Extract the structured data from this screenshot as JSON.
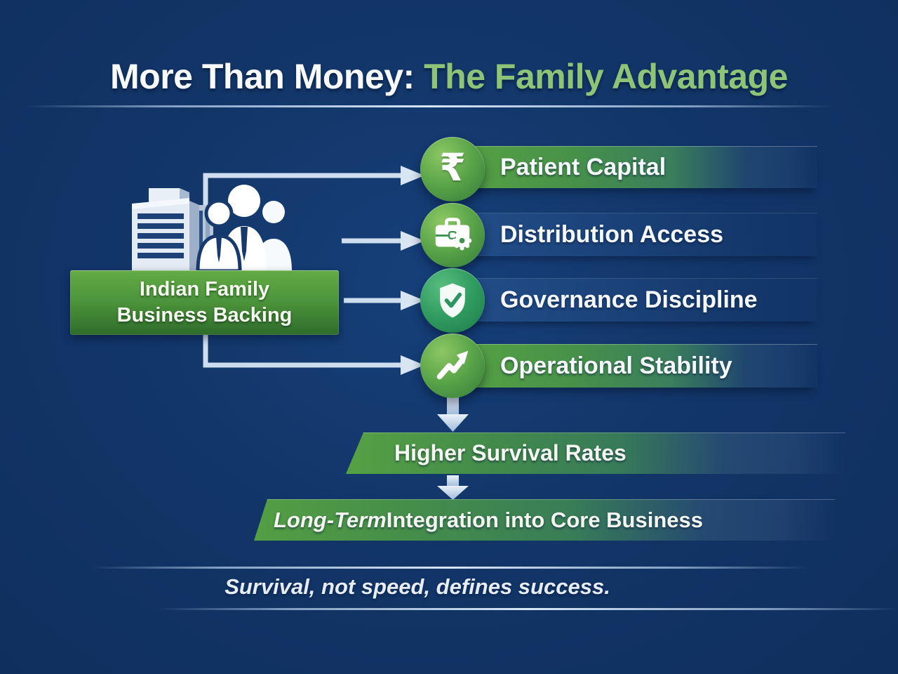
{
  "title": {
    "white_part": "More Than Money:",
    "green_part": "The Family Advantage"
  },
  "source_box": {
    "icon": "building-people-icon",
    "line1": "Indian Family",
    "line2": "Business Backing"
  },
  "advantages": [
    {
      "label": "Patient Capital",
      "icon": "rupee-icon",
      "bar_style": "green"
    },
    {
      "label": "Distribution Access",
      "icon": "briefcase-gear-icon",
      "bar_style": "blue"
    },
    {
      "label": "Governance Discipline",
      "icon": "shield-check-icon",
      "bar_style": "blue"
    },
    {
      "label": "Operational Stability",
      "icon": "trend-up-icon",
      "bar_style": "green"
    }
  ],
  "rupee_symbol": "₹",
  "outcomes": {
    "banner1": "Higher Survival Rates",
    "banner2_italic": "Long-Term",
    "banner2_rest": " Integration into Core Business"
  },
  "footer": {
    "quote": "Survival, not speed, defines success."
  },
  "colors": {
    "background_navy": "#123567",
    "title_green": "#8ec477",
    "accent_green_light": "#58a342",
    "accent_green_dark": "#2f6c2c",
    "circle_teal": "#2f9a5e",
    "arrow_light_blue": "#cfdeee",
    "text_white": "#f5f8fb"
  }
}
